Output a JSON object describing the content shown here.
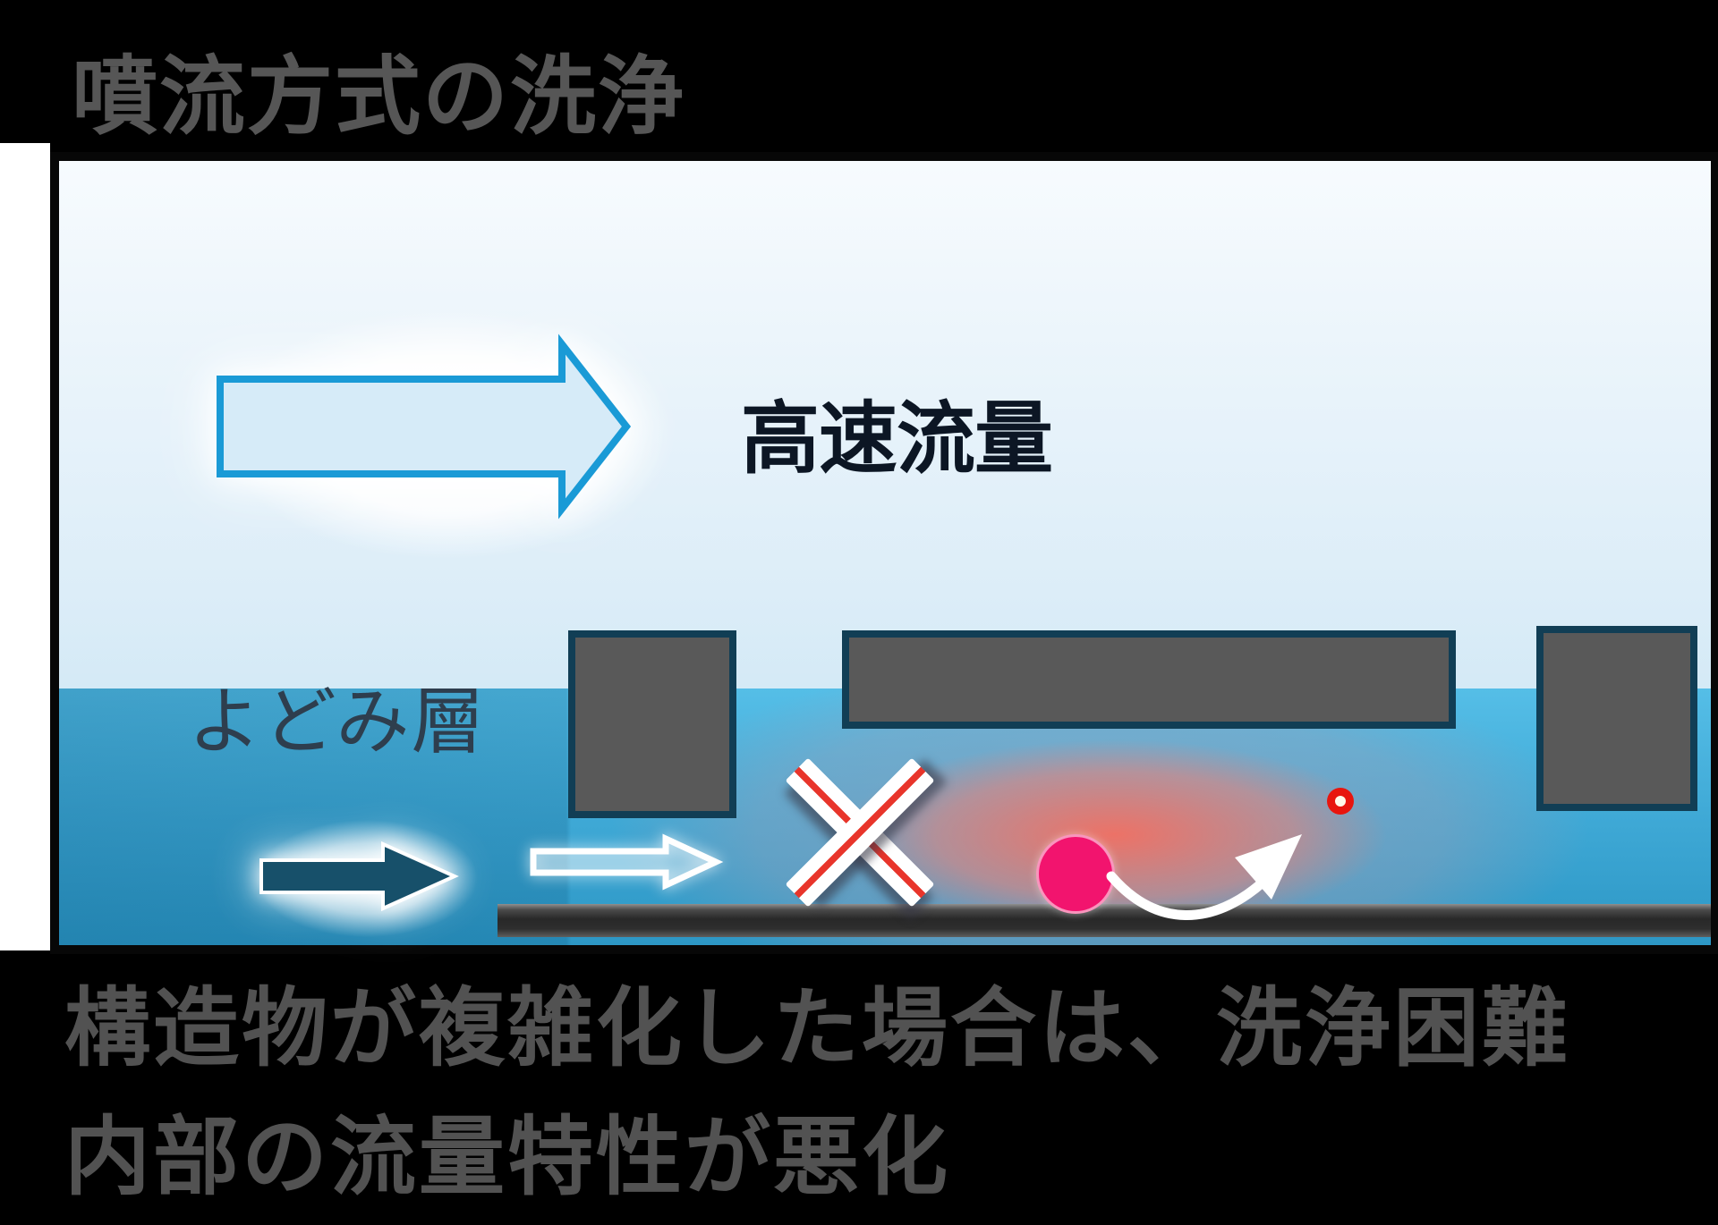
{
  "title": "噴流方式の洗浄",
  "diagram": {
    "labels": {
      "flow": "高速流量",
      "stagnation": "よどみ層"
    },
    "colors": {
      "arrow_blue": "#1a9ad6",
      "arrow_fill": "#d6ebf8",
      "deep_teal_arrow": "#17506a",
      "water_top": "#55bee7",
      "water_bottom": "#2d97c5",
      "block_fill": "#595959",
      "block_border": "#113e55",
      "cross_red": "#e8352b",
      "particle_pink": "#f2146e",
      "dot_red": "#e8150e",
      "floor_bar": "#2e2e2e",
      "hot_glow": "#f66e5f"
    },
    "icons": [
      "high-flow-arrow",
      "stagnation-flow-arrow",
      "blocked-flow-arrow",
      "cross-mark-icon",
      "particle",
      "bounce-arrow",
      "escaped-particle-dot"
    ]
  },
  "caption": {
    "line1": "構造物が複雑化した場合は、洗浄困難",
    "line2": "内部の流量特性が悪化"
  }
}
